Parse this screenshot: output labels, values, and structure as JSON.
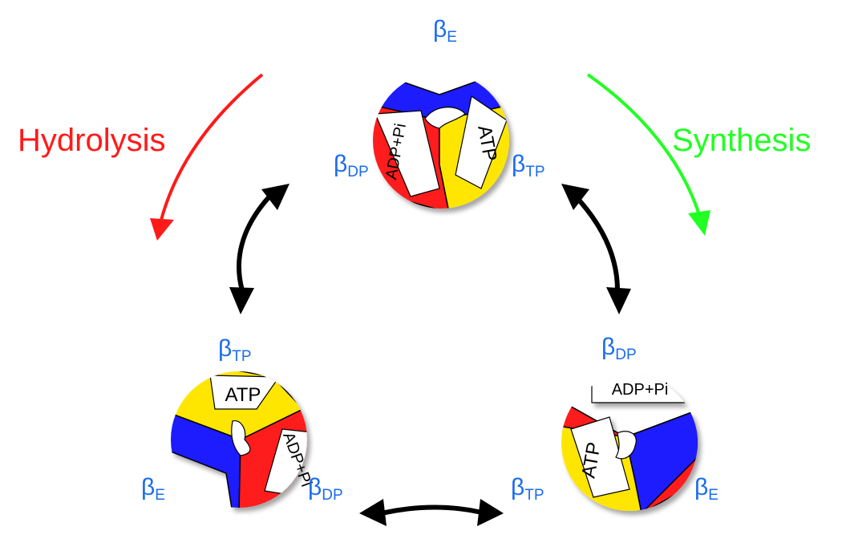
{
  "process_labels": {
    "hydrolysis": "Hydrolysis",
    "synthesis": "Synthesis"
  },
  "beta_symbol": "β",
  "states": {
    "empty": "E",
    "diphosphate": "DP",
    "triphosphate": "TP"
  },
  "ligands": {
    "atp": "ATP",
    "adp_pi": "ADP+Pi"
  },
  "colors": {
    "hydrolysis": "#ff1a1a",
    "synthesis": "#22ff22",
    "beta_label": "#1a6cf0",
    "subunit_empty": "#1a1aff",
    "subunit_adp": "#ff1a1a",
    "subunit_atp": "#ffe600",
    "cycle_arrow": "#000000"
  }
}
